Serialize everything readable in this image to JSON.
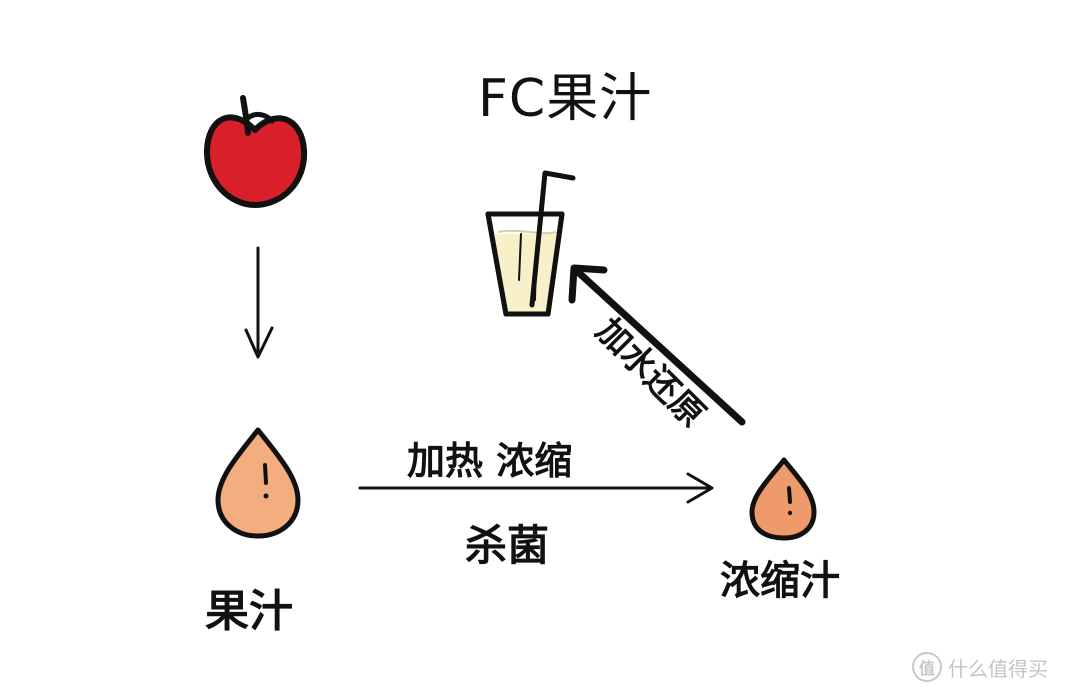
{
  "title": "FC果汁",
  "nodes": {
    "juice": "果汁",
    "concentrate": "浓缩汁"
  },
  "edges": {
    "concentrate_top": "加热 浓缩",
    "concentrate_bottom": "杀菌",
    "reconstitute": "加水还原"
  },
  "watermark": {
    "logo": "值",
    "text": "什么值得买"
  },
  "colors": {
    "apple": "#d81f2a",
    "juice_drop": "#f3ad7f",
    "concentrate_drop": "#ee9a6a",
    "drink": "#f8f0c8",
    "ink": "#111111"
  }
}
